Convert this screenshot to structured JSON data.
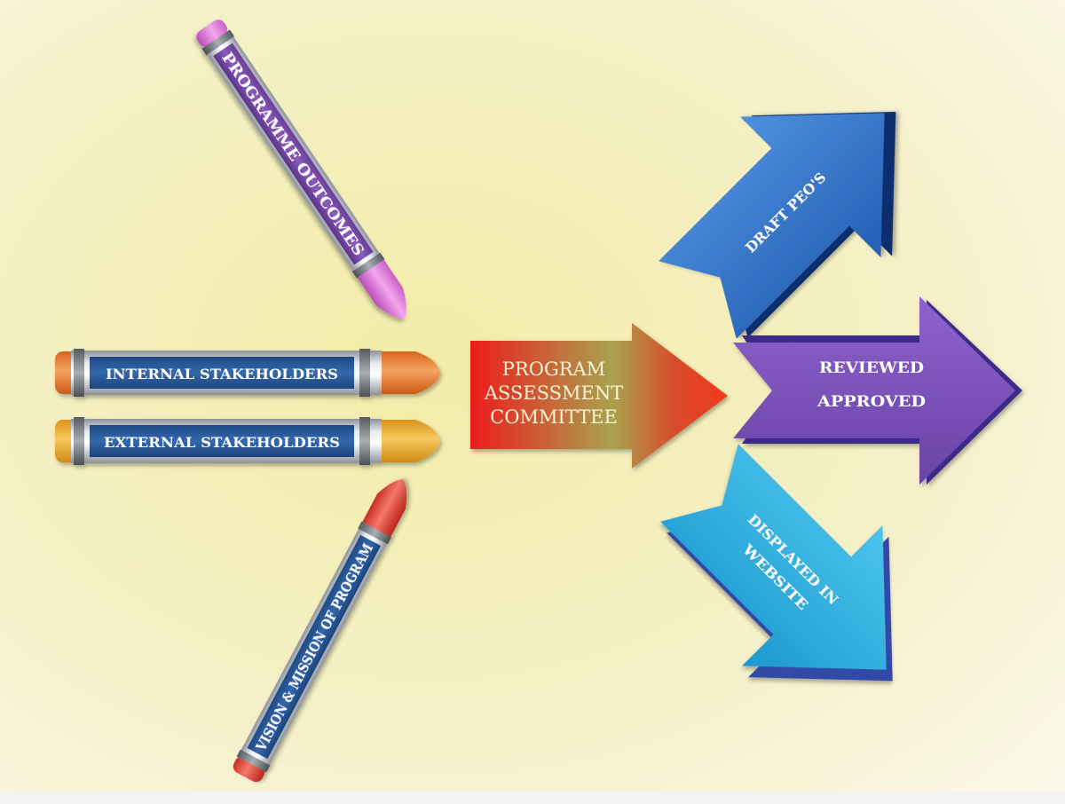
{
  "inputs": {
    "programme_outcomes": "PROGRAMME OUTCOMES",
    "internal_stakeholders": "INTERNAL STAKEHOLDERS",
    "external_stakeholders": "EXTERNAL STAKEHOLDERS",
    "vision_mission": "VISION & MISSION OF PROGRAM"
  },
  "committee": {
    "line1": "PROGRAM",
    "line2": "ASSESSMENT",
    "line3": "COMMITTEE"
  },
  "outputs": {
    "draft_peos": "DRAFT PEO'S",
    "reviewed_line1": "REVIEWED",
    "reviewed_line2": "APPROVED",
    "displayed_line1": "DISPLAYED IN",
    "displayed_line2": "WEBSITE"
  },
  "colors": {
    "background": "#f5efc6",
    "crayon_purple": "#7b4fa8",
    "crayon_blue_band": "#2b5a9c",
    "arrow_blue": "#2f73c9",
    "arrow_purple": "#7a50b6",
    "arrow_cyan": "#2ab0dc",
    "committee_red": "#e8281e",
    "committee_olive": "#9aa04a"
  }
}
